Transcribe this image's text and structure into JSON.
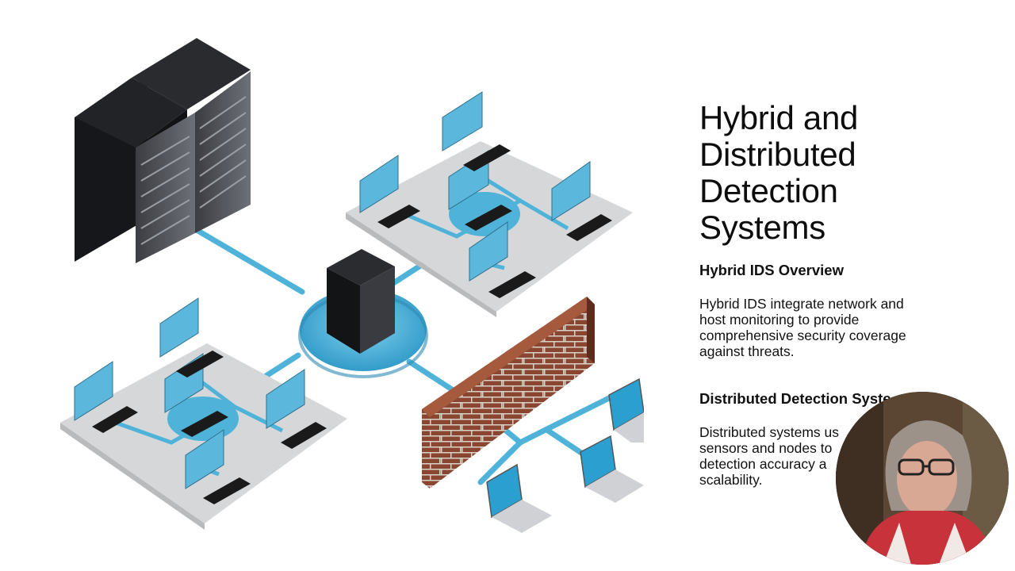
{
  "slide": {
    "title_lines": [
      "Hybrid and",
      "Distributed",
      "Detection",
      "Systems"
    ],
    "sections": [
      {
        "heading": "Hybrid IDS Overview",
        "body_lines": [
          "Hybrid IDS integrate network and",
          "host monitoring to provide",
          "comprehensive security coverage",
          "against threats."
        ]
      },
      {
        "heading": "Distributed Detection Syste",
        "body_lines": [
          "Distributed systems us",
          "sensors and nodes to",
          "detection accuracy a",
          "scalability."
        ]
      }
    ]
  },
  "illustration": {
    "subject": "isometric network diagram: server racks, central server hub, two workstation clusters, firewall brick wall, laptops",
    "colors": {
      "link": "#4fb3d9",
      "hub": "#3aa5d0",
      "rack": "#1b1c1f",
      "brick": "#7a3e2c",
      "floor": "#dcdcdc"
    }
  },
  "presenter": {
    "icon": "presenter-webcam"
  }
}
